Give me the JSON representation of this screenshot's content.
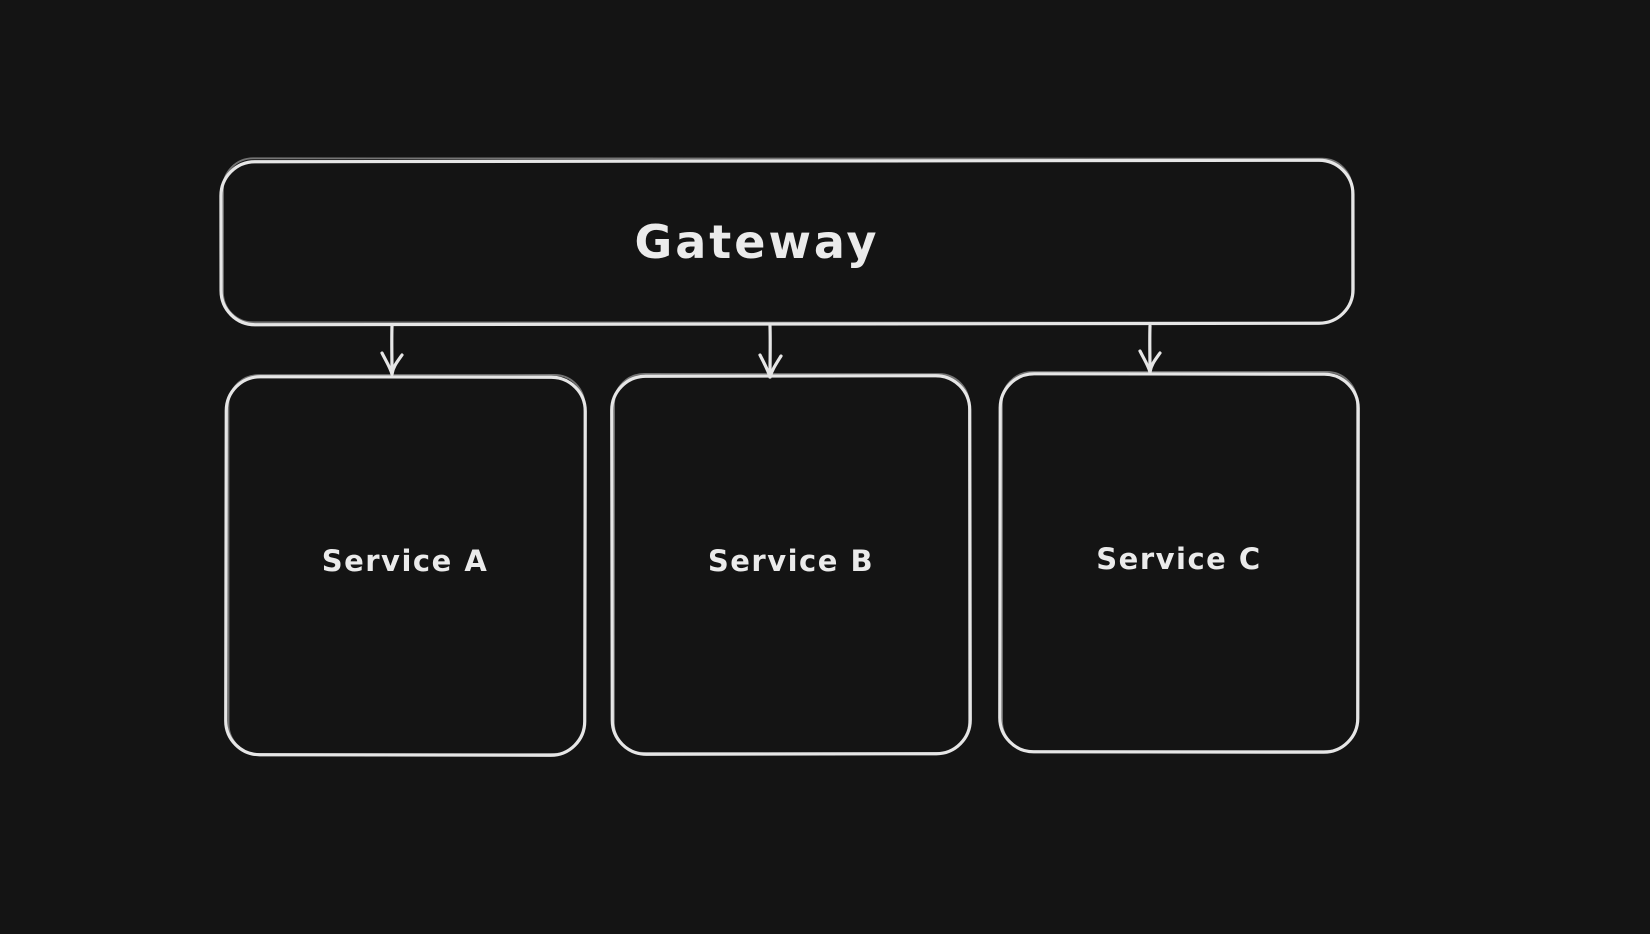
{
  "canvas": {
    "background_color": "#141414",
    "stroke_color": "#e6e6e6",
    "text_color": "#ebebeb"
  },
  "diagram": {
    "gateway": {
      "id": "gateway",
      "label": "Gateway"
    },
    "services": [
      {
        "id": "service-a",
        "label": "Service A"
      },
      {
        "id": "service-b",
        "label": "Service B"
      },
      {
        "id": "service-c",
        "label": "Service C"
      }
    ],
    "edges": [
      {
        "from": "Gateway",
        "to": "Service A",
        "direction": "down"
      },
      {
        "from": "Gateway",
        "to": "Service B",
        "direction": "down"
      },
      {
        "from": "Gateway",
        "to": "Service C",
        "direction": "down"
      }
    ]
  }
}
